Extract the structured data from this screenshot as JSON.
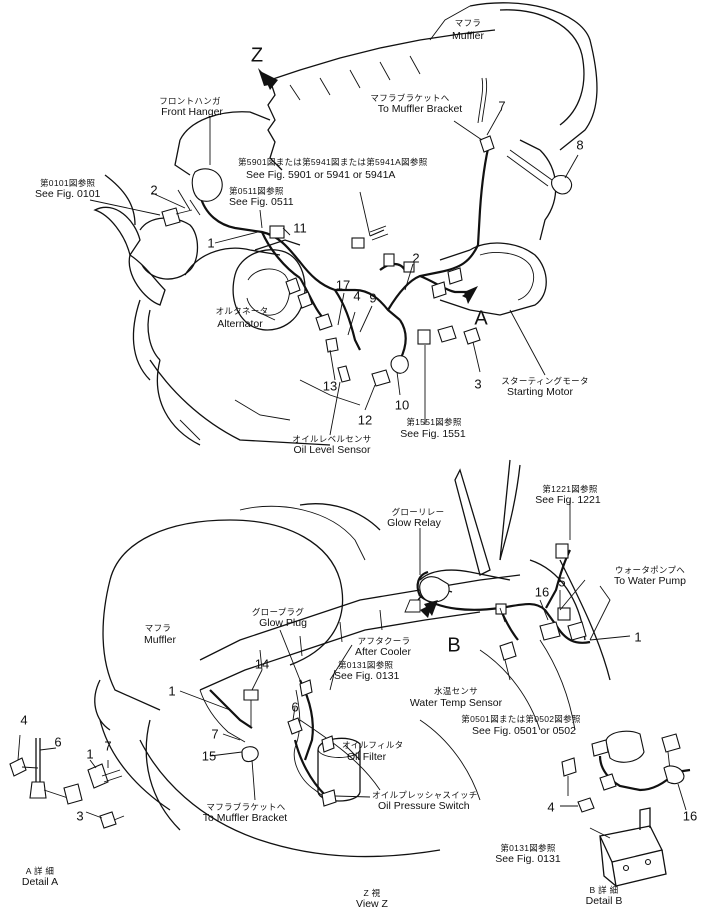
{
  "labels": {
    "muffler_top_jp": "マフラ",
    "muffler_top_en": "Muffler",
    "front_hanger_jp": "フロントハンガ",
    "front_hanger_en": "Front Hanger",
    "to_muffler_bracket_top_jp": "マフラブラケットへ",
    "to_muffler_bracket_top_en": "To Muffler Bracket",
    "see_5901_jp": "第5901図または第5941図または第5941A図参照",
    "see_5901_en": "See  Fig.  5901   or   5941   or   5941A",
    "see_0511_jp": "第0511図参照",
    "see_0511_en": "See Fig. 0511",
    "see_0101_jp": "第0101図参照",
    "see_0101_en": "See Fig. 0101",
    "alternator_jp": "オルタネータ",
    "alternator_en": "Alternator",
    "starting_motor_jp": "スターティングモータ",
    "starting_motor_en": "Starting Motor",
    "oil_level_jp": "オイルレベルセンサ",
    "oil_level_en": "Oil Level Sensor",
    "see_1551_jp": "第1551図参照",
    "see_1551_en": "See Fig. 1551",
    "see_1221_jp": "第1221図参照",
    "see_1221_en": "See Fig. 1221",
    "glow_relay_jp": "グローリレー",
    "glow_relay_en": "Glow Relay",
    "to_water_pump_jp": "ウォータポンプへ",
    "to_water_pump_en": "To Water Pump",
    "muffler_bottom_jp": "マフラ",
    "muffler_bottom_en": "Muffler",
    "glow_plug_jp": "グロープラグ",
    "glow_plug_en": "Glow Plug",
    "after_cooler_jp": "アフタクーラ",
    "after_cooler_en": "After Cooler",
    "see_0131_mid_jp": "第0131図参照",
    "see_0131_mid_en": "See Fig. 0131",
    "water_temp_jp": "水温センサ",
    "water_temp_en": "Water Temp Sensor",
    "see_0501_jp": "第0501図または第0502図参照",
    "see_0501_en": "See  Fig.  0501   or   0502",
    "oil_filter_jp": "オイルフィルタ",
    "oil_filter_en": "Oil Filter",
    "oil_pressure_jp": "オイルプレッシャスイッチ",
    "oil_pressure_en": "Oil Pressure Switch",
    "to_muffler_bracket_bottom_jp": "マフラブラケットへ",
    "to_muffler_bracket_bottom_en": "To Muffler Bracket",
    "see_0131_bot_jp": "第0131図参照",
    "see_0131_bot_en": "See Fig. 0131",
    "detail_a_jp": "A 詳 細",
    "detail_a_en": "Detail A",
    "view_z_jp": "Z  視",
    "view_z_en": "View Z",
    "detail_b_jp": "B 詳 細",
    "detail_b_en": "Detail B"
  },
  "view_letters": {
    "z": "Z",
    "a": "A",
    "b": "B"
  },
  "callouts": {
    "c1_top": "1",
    "c2_left": "2",
    "c2_right": "2",
    "c3_top": "3",
    "c4_top": "4",
    "c7_top": "7",
    "c8": "8",
    "c9": "9",
    "c10": "10",
    "c11": "11",
    "c12": "12",
    "c13": "13",
    "c17": "17",
    "c1_right": "1",
    "c1_mid": "1",
    "c5": "5",
    "c6_mid": "6",
    "c7_mid": "7",
    "c14": "14",
    "c15": "15",
    "c16_mid": "16",
    "c16_b": "16",
    "c4_b": "4",
    "c4_a": "4",
    "c6_a": "6",
    "c1_a": "1",
    "c7_a": "7",
    "c3_a": "3"
  }
}
